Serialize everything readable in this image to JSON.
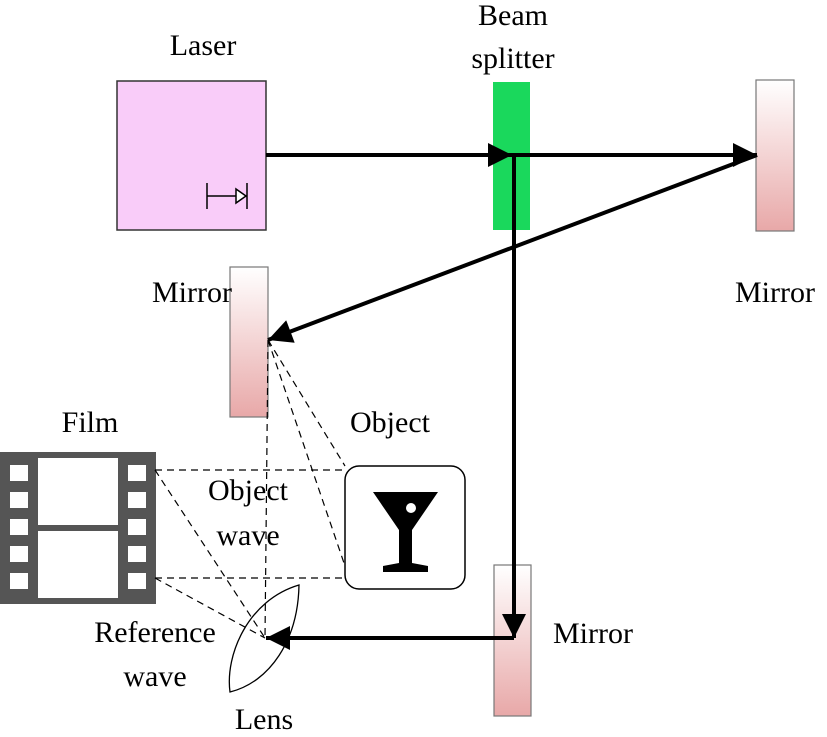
{
  "labels": {
    "laser": "Laser",
    "beam_splitter_line1": "Beam",
    "beam_splitter_line2": "splitter",
    "mirror_top_right": "Mirror",
    "mirror_left": "Mirror",
    "mirror_bottom": "Mirror",
    "film": "Film",
    "object": "Object",
    "object_wave_line1": "Object",
    "object_wave_line2": "wave",
    "reference_wave_line1": "Reference",
    "reference_wave_line2": "wave",
    "lens": "Lens"
  },
  "colors": {
    "laser_fill": "#f9ccf9",
    "beam_splitter_fill": "#1ad85c",
    "mirror_gradient_top": "#ffffff",
    "mirror_gradient_bottom": "#e8a8a8",
    "film_fill": "#555555",
    "beam": "#000000"
  },
  "icons": {
    "laser_symbol": "diode-icon",
    "object": "martini-glass-icon"
  }
}
